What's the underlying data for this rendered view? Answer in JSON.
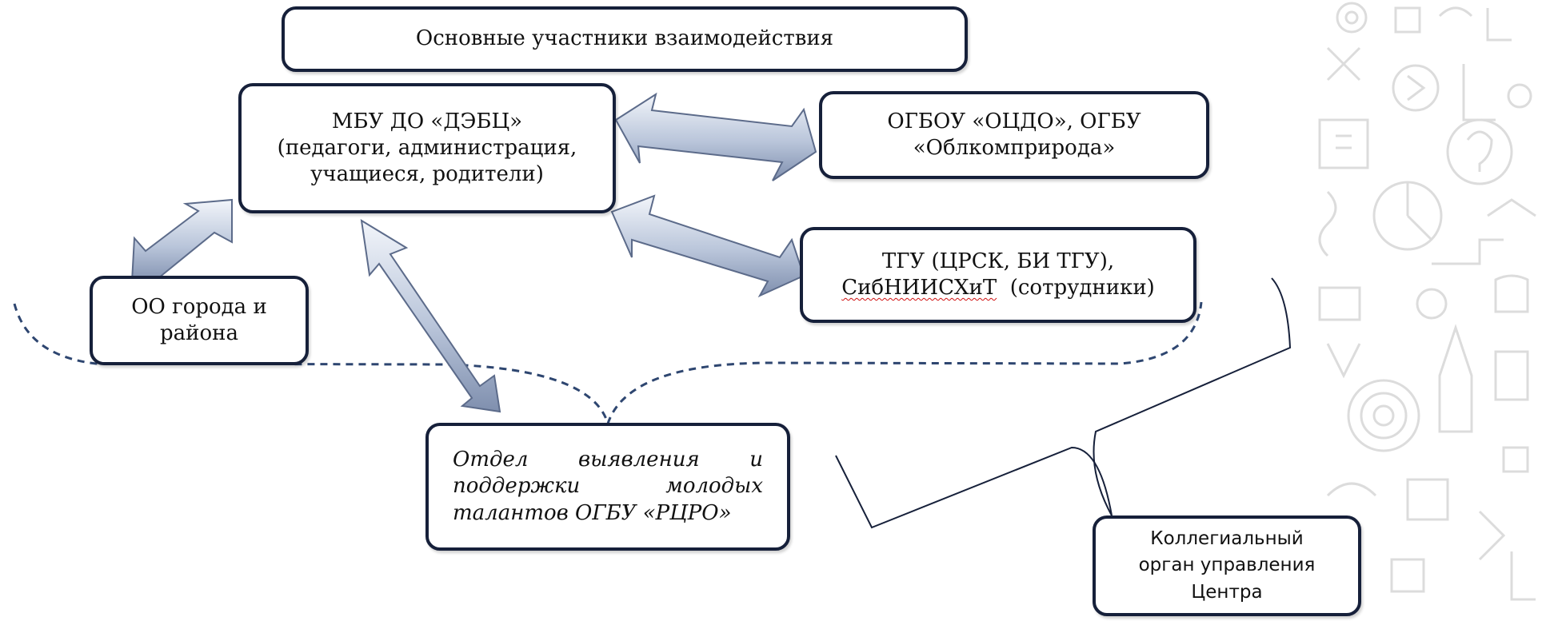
{
  "title": "Основные участники взаимодействия",
  "nodes": {
    "center": [
      "МБУ ДО «ДЭБЦ»",
      "(педагоги, администрация,",
      "учащиеся, родители)"
    ],
    "ogboy": [
      "ОГБОУ «ОЦДО», ОГБУ",
      "«Облкомприрода»"
    ],
    "tgu": [
      "ТГУ (ЦРСК, БИ ТГУ),",
      "СибНИИСХиТ",
      "(сотрудники)"
    ],
    "oo": [
      "ОО города и",
      "района"
    ],
    "otdel": [
      "Отдел выявления и",
      "поддержки молодых",
      "талантов ОГБУ «РЦРО»"
    ],
    "kollegial": [
      "Коллегиальный",
      "орган управления",
      "Центра"
    ]
  },
  "colors": {
    "box_border": "#16203a",
    "arrow_fill_light": "#eef2f8",
    "arrow_fill_dark": "#8b9ab8",
    "arrow_stroke": "#5c6b8a",
    "dash_line": "#2e4670",
    "brace_line": "#16203a",
    "background_pattern": "#d9d9d9"
  }
}
